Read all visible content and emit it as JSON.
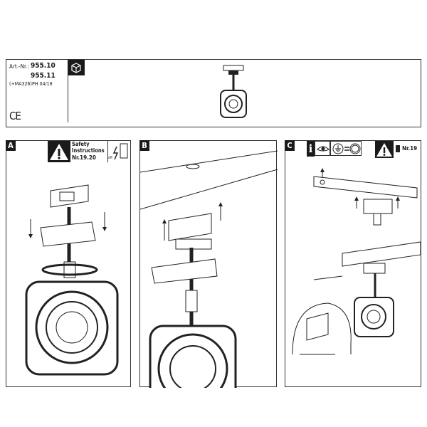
{
  "header": {
    "art_label": "Art.-Nr.:",
    "art_numbers": [
      "955.10",
      "955.11"
    ],
    "ref": "(+MA326)PH 04/18",
    "ce_mark": "CE",
    "package_icon": "package-box-icon"
  },
  "panels": [
    {
      "label": "A",
      "safety_title": "Safety",
      "safety_title2": "Instructions",
      "safety_ref": "Nr.19.20",
      "off_label": "off"
    },
    {
      "label": "B"
    },
    {
      "label": "C",
      "info_ref": "Nr.19"
    }
  ]
}
